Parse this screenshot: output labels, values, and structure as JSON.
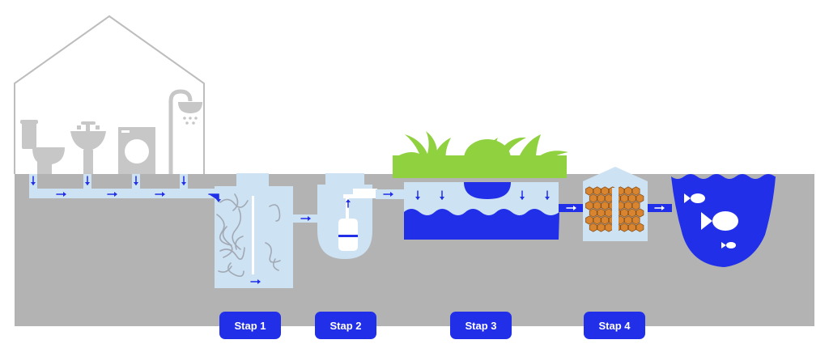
{
  "steps": [
    {
      "label": "Stap 1"
    },
    {
      "label": "Stap 2"
    },
    {
      "label": "Stap 3"
    },
    {
      "label": "Stap 4"
    }
  ],
  "colors": {
    "ground": "#b3b3b3",
    "water_light": "#cde2f2",
    "water_dark": "#2130e8",
    "arrow": "#2130e8",
    "house_outline": "#bdbdbd",
    "fixture": "#c7c7c7",
    "plant": "#8fd13f",
    "filter_media": "#d98530",
    "button_text": "#ffffff"
  },
  "icons": [
    "house-outline",
    "toilet-icon",
    "sink-icon",
    "washing-machine-icon",
    "shower-icon",
    "pump-icon",
    "plant-icon",
    "fish-icon"
  ]
}
